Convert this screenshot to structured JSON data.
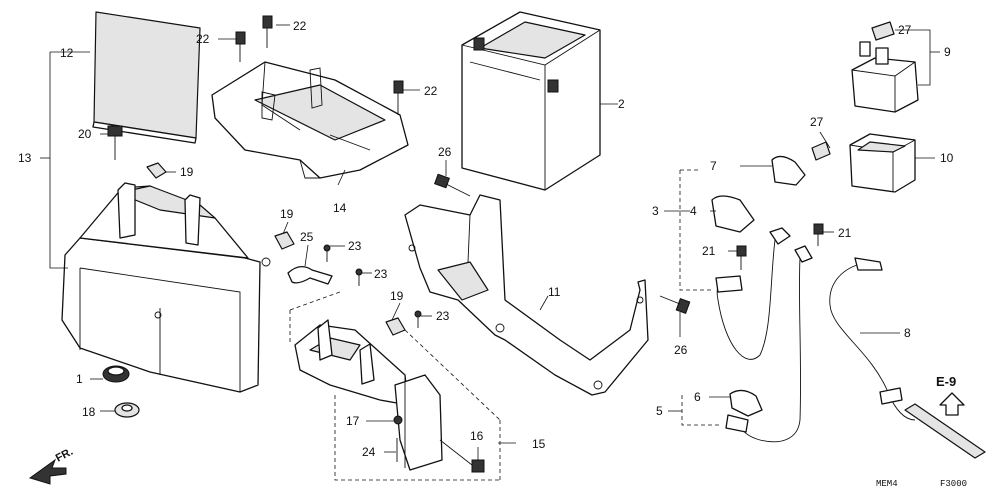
{
  "callouts": {
    "c1": "1",
    "c2": "2",
    "c3": "3",
    "c4": "4",
    "c5": "5",
    "c6": "6",
    "c7": "7",
    "c8": "8",
    "c9": "9",
    "c10": "10",
    "c11": "11",
    "c12": "12",
    "c13": "13",
    "c14": "14",
    "c15": "15",
    "c16": "16",
    "c17": "17",
    "c18": "18",
    "c19a": "19",
    "c19b": "19",
    "c19c": "19",
    "c20": "20",
    "c21a": "21",
    "c21b": "21",
    "c22a": "22",
    "c22b": "22",
    "c22c": "22",
    "c23a": "23",
    "c23b": "23",
    "c23c": "23",
    "c24": "24",
    "c25": "25",
    "c26a": "26",
    "c26b": "26",
    "c27a": "27",
    "c27b": "27"
  },
  "reference": {
    "label": "E-9"
  },
  "direction": {
    "label": "FR."
  },
  "codes": {
    "left": "MEM4",
    "right": "F3000"
  }
}
